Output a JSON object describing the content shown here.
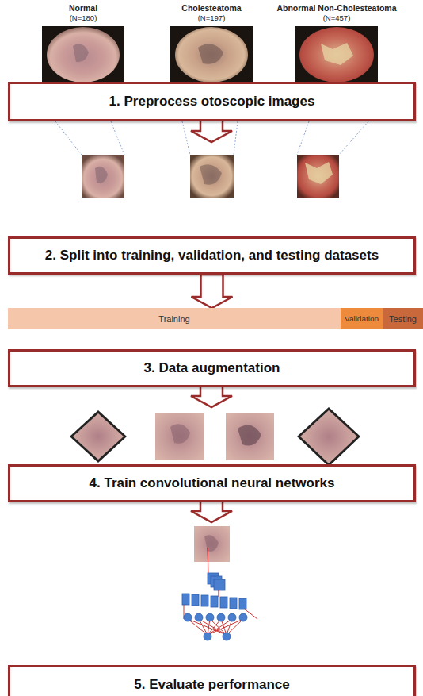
{
  "diagram": {
    "nodes": [
      {
        "text": [
          "1. Preprocess otoscopic images"
        ]
      },
      {
        "text": [
          "2. Split into training, validation, and testing datasets"
        ]
      },
      {
        "text": [
          "Training"
        ]
      },
      {
        "text": [
          "Validation"
        ]
      },
      {
        "text": [
          "Testing"
        ]
      },
      {
        "text": [
          "3. Data augmentation"
        ]
      },
      {
        "text": [
          "4. Train convolutional neural networks"
        ]
      },
      {
        "text": [
          "5. Evaluate performance"
        ]
      }
    ],
    "edges": [
      {
        "from": 1,
        "to": 2,
        "arrow": "to"
      }
    ],
    "labels": [
      "Normal",
      "(N=180)",
      "Cholesteatoma",
      "(N=197)",
      "Abnormal Non-Cholesteatoma",
      "(N=457)"
    ]
  }
}
